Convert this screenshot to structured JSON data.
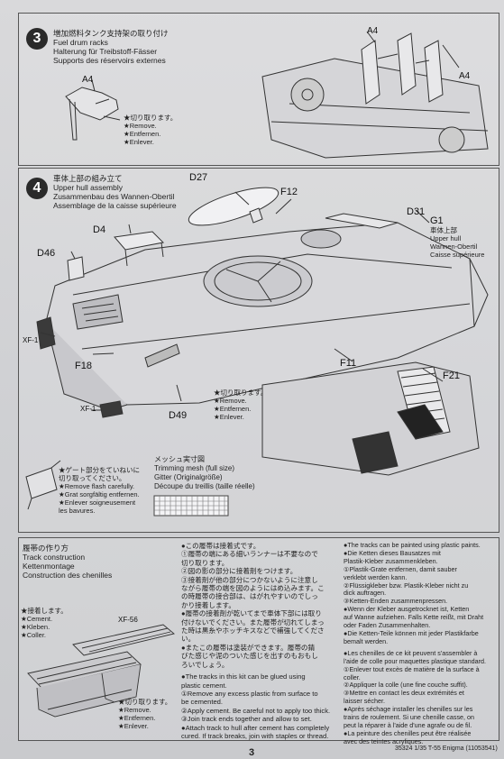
{
  "step3": {
    "number": "3",
    "lines": [
      "増加燃料タンク支持架の取り付け",
      "Fuel drum racks",
      "Halterung für Treibstoff-Fässer",
      "Supports des réservoirs externes"
    ],
    "part_a4_left": "A4",
    "part_a4_top": "A4",
    "part_a4_right": "A4",
    "remove_notes": [
      "★切り取ります。",
      "★Remove.",
      "★Entfernen.",
      "★Enlever."
    ]
  },
  "step4": {
    "number": "4",
    "lines": [
      "車体上部の組み立て",
      "Upper hull assembly",
      "Zusammenbau des Wannen-Obertil",
      "Assemblage de la caisse supérieure"
    ],
    "parts": {
      "d27": "D27",
      "f12": "F12",
      "d31": "D31",
      "g1": "G1",
      "d4": "D4",
      "d46": "D46",
      "xf1_left": "XF-1",
      "xf1_bottom": "XF-1",
      "f18": "F18",
      "d49": "D49",
      "f11": "F11",
      "f21": "F21"
    },
    "g1_caption": [
      "車体上部",
      "Upper hull",
      "Wannen-Obertil",
      "Caisse supérieure"
    ],
    "remove_notes": [
      "★切り取ります。",
      "★Remove.",
      "★Entfernen.",
      "★Enlever."
    ],
    "mesh_title": [
      "メッシュ実寸図",
      "Trimming mesh (full size)",
      "Gitter (Originalgröße)",
      "Découpe du treillis (taille réelle)"
    ],
    "flash_notes": [
      "★ゲート部分をていねいに",
      "切り取ってください。",
      "★Remove flash carefully.",
      "★Grat sorgfältig entfernen.",
      "★Enlever soigneusement",
      "les bavures."
    ]
  },
  "track": {
    "title": [
      "履帯の作り方",
      "Track construction",
      "Kettenmontage",
      "Construction des chenilles"
    ],
    "part_xf56": "XF-56",
    "cement_notes": [
      "★接着します。",
      "★Cement.",
      "★Kleben.",
      "★Coller."
    ],
    "remove_notes": [
      "★切り取ります。",
      "★Remove.",
      "★Entfernen.",
      "★Enlever."
    ],
    "jp_notes": [
      "●この履帯は接着式です。",
      "①履帯の端にある細いランナーは不要なので",
      "切り取ります。",
      "②図の影の部分に接着剤をつけます。",
      "③接着剤が他の部分につかないように注意し",
      "ながら履帯の端を図のようにはめ込みます。こ",
      "の時履帯の接合部は、はがれやすいのでしっ",
      "かり接着します。",
      "●履帯の接着剤が乾いてまで車体下部には取り",
      "付けないでください。また履帯が切れてしまっ",
      "た時は黒糸やホッチキスなどで補強してくださ",
      "い。",
      "●またこの履帯は塗装ができます。履帯の錆",
      "びた感じや泥のついた感じを出すのもおもし",
      "ろいでしょう。"
    ],
    "en_notes": [
      "●The tracks in this kit can be glued using",
      "plastic cement.",
      "①Remove any excess plastic from surface to",
      "be cemented.",
      "②Apply cement. Be careful not to apply too thick.",
      "③Join track ends together and allow to set.",
      "●Attach track to hull after cement has completely",
      "cured. If track breaks, join with staples or thread."
    ],
    "de_notes": [
      "●The tracks can be painted using plastic paints.",
      "●Die Ketten dieses Bausatzes mit",
      "Plastik-Kleber zusammenkleben.",
      "①Plastik-Grate entfernen, damit sauber",
      "verklebt werden kann.",
      "②Flüssigkleber bzw. Plastik-Kleber nicht zu",
      "dick auftragen.",
      "③Ketten-Enden zusammenpressen.",
      "●Wenn der Kleber ausgetrocknet ist, Ketten",
      "auf Wanne aufziehen. Falls Kette reißt, mit Draht",
      "oder Faden Zusammenhalten.",
      "●Die Ketten-Teile können mit jeder Plastikfarbe",
      "bemalt werden."
    ],
    "fr_notes": [
      "●Les chenilles de ce kit peuvent s'assembler à",
      "l'aide de colle pour maquettes plastique standard.",
      "①Enlever tout excès de matière de la surface à",
      "coller.",
      "②Appliquer la colle (une fine couche suffit).",
      "③Mettre en contact les deux extrémités et",
      "laisser sécher.",
      "●Après séchage installer les chenilles sur les",
      "trains de roulement. Si une chenille casse, on",
      "peut la réparer à l'aide d'une agrafe ou de fil.",
      "●La peinture des chenilles peut être réalisée",
      "avec des teintes acryliques."
    ]
  },
  "footer": {
    "page_number": "3",
    "kit_code": "35324 1/35 T-55 Enigma (11053541)"
  }
}
